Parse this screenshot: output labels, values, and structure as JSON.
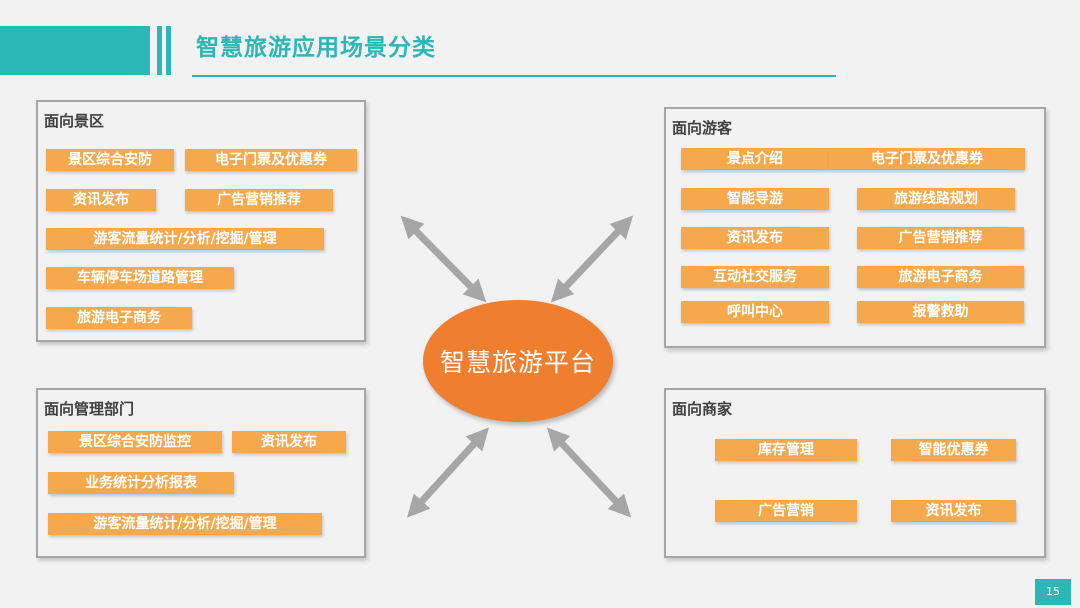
{
  "title": "智慧旅游应用场景分类",
  "center_label": "智慧旅游平台",
  "page_number": "15",
  "colors": {
    "accent": "#2ab7b6",
    "tag": "#f5a94c",
    "center": "#ef7e2e",
    "arrow": "#a6a6a6"
  },
  "scenic": {
    "title": "面向景区",
    "items": [
      "景区综合安防",
      "电子门票及优惠券",
      "资讯发布",
      "广告营销推荐",
      "游客流量统计/分析/挖掘/管理",
      "车辆停车场道路管理",
      "旅游电子商务"
    ]
  },
  "tourist": {
    "title": "面向游客",
    "items": [
      "景点介绍",
      "电子门票及优惠券",
      "智能导游",
      "旅游线路规划",
      "资讯发布",
      "广告营销推荐",
      "互动社交服务",
      "旅游电子商务",
      "呼叫中心",
      "报警救助"
    ]
  },
  "management": {
    "title": "面向管理部门",
    "items": [
      "景区综合安防监控",
      "资讯发布",
      "业务统计分析报表",
      "游客流量统计/分析/挖掘/管理"
    ]
  },
  "merchant": {
    "title": "面向商家",
    "items": [
      "库存管理",
      "智能优惠券",
      "广告营销",
      "资讯发布"
    ]
  }
}
